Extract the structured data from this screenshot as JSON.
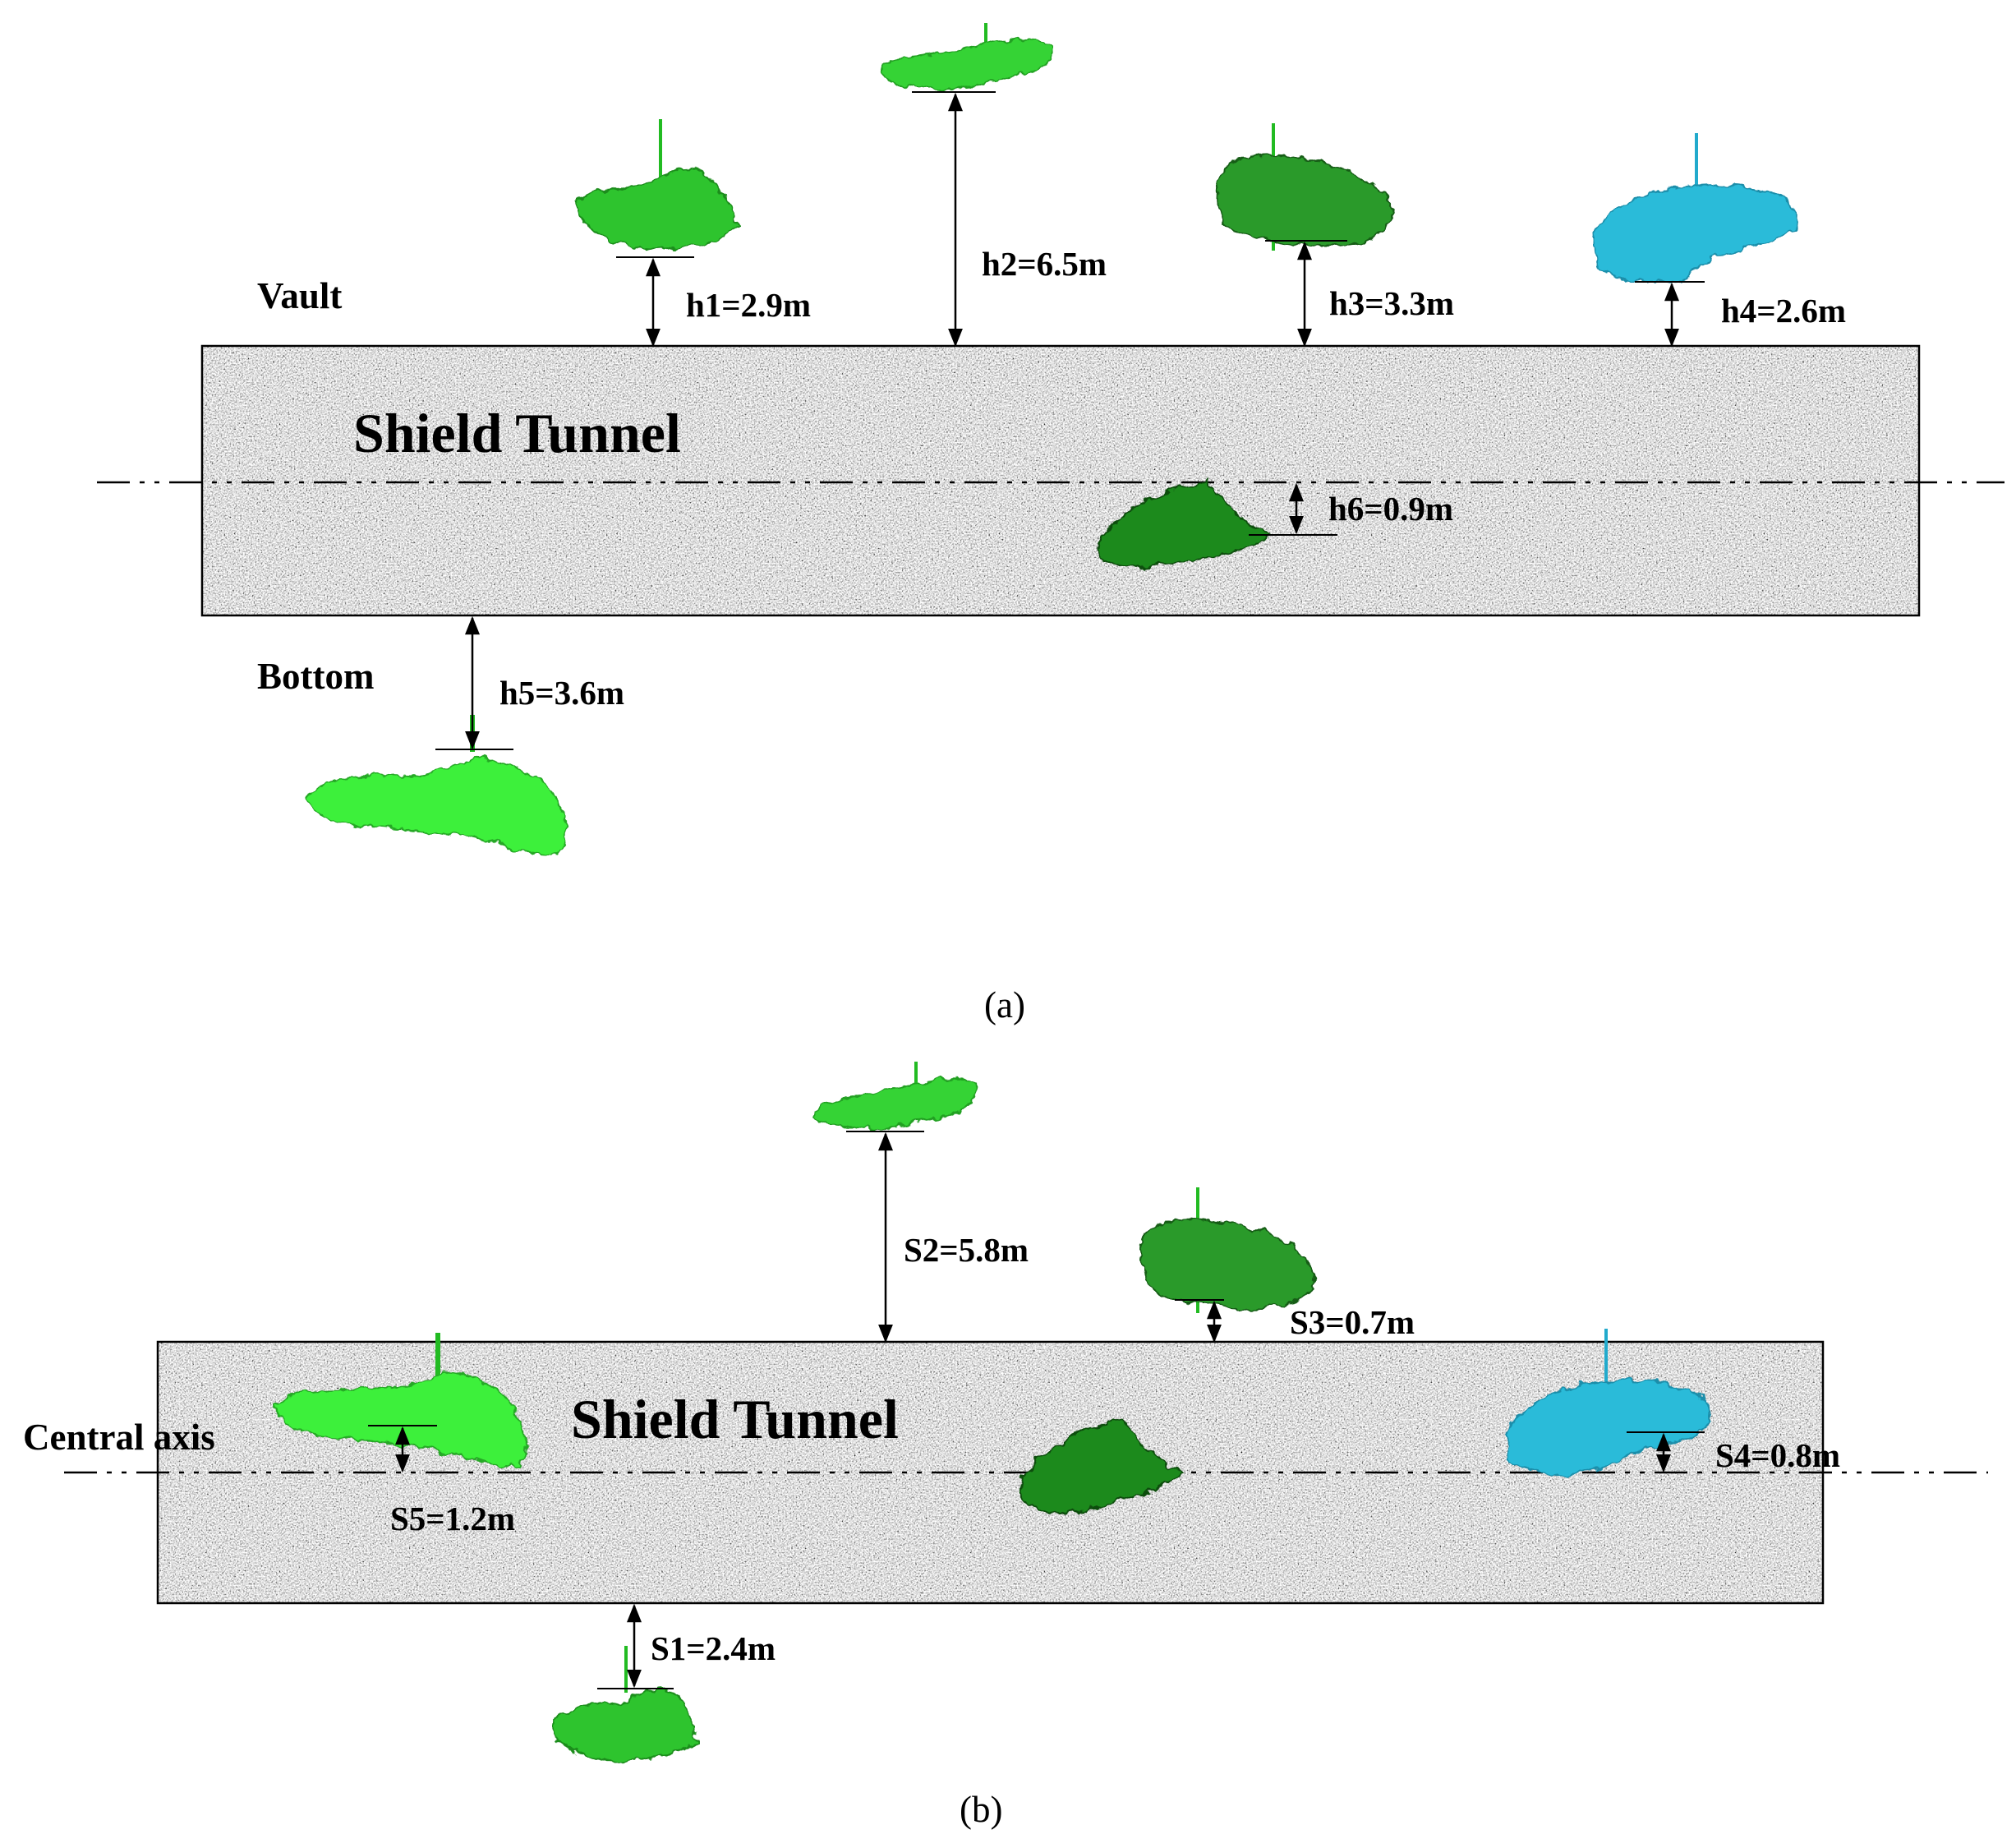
{
  "panel_a": {
    "tunnel_label": "Shield Tunnel",
    "vault_label": "Vault",
    "bottom_label": "Bottom",
    "caption": "(a)",
    "measurements": {
      "h1": "h1=2.9m",
      "h2": "h2=6.5m",
      "h3": "h3=3.3m",
      "h4": "h4=2.6m",
      "h5": "h5=3.6m",
      "h6": "h6=0.9m"
    }
  },
  "panel_b": {
    "tunnel_label": "Shield Tunnel",
    "axis_label": "Central axis",
    "caption": "(b)",
    "measurements": {
      "s1": "S1=2.4m",
      "s2": "S2=5.8m",
      "s3": "S3=0.7m",
      "s4": "S4=0.8m",
      "s5": "S5=1.2m"
    }
  },
  "colors": {
    "tunnel_fill": "#a8a8a8",
    "boulder_green": "#2fcf2f",
    "boulder_bright_green": "#3ef03a",
    "boulder_dark_green": "#1f8a1f",
    "boulder_cyan": "#2bbbd9"
  }
}
